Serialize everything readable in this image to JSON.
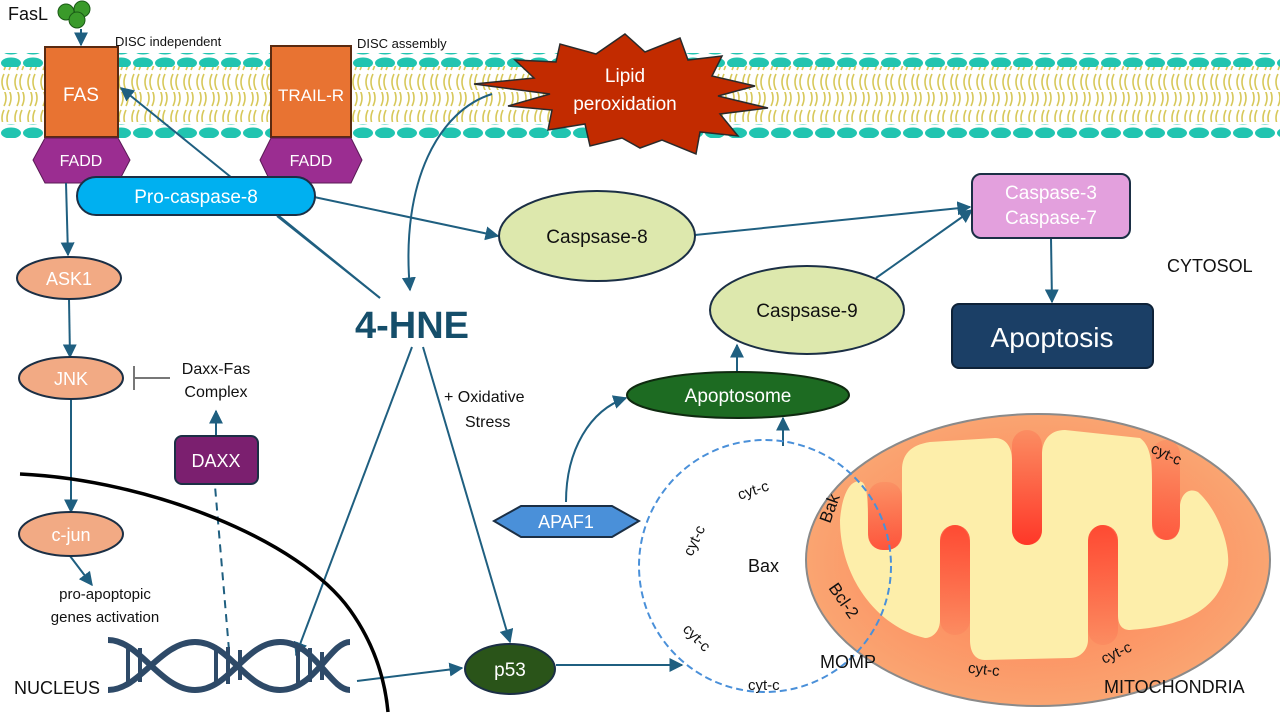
{
  "title": "4-HNE induced apoptosis pathways",
  "colors": {
    "arrow": "#1f5f80",
    "receptor": "#e87332",
    "fadd": "#9b2d91",
    "procaspase": "#00b0f0",
    "caspase_initiator": "#dde8ad",
    "caspase_effector": "#e3a0dd",
    "apoptosis": "#1b3f66",
    "kinase": "#f2aa84",
    "daxx": "#7b1f6f",
    "apaf1": "#4a90d9",
    "green_dark": "#1d6b22",
    "p53": "#2a5419",
    "lipid_burst": "#c22b00",
    "hne_text": "#154e6a",
    "membrane_head": "#21c4b0",
    "membrane_tail": "#d7c85a",
    "mito_outer": "#f7a46e",
    "mito_inner": "#fdeeaa",
    "mito_cristae": "#ff4a30",
    "momp_circle": "#4a90d9"
  },
  "membrane": {
    "ligand": "FasL",
    "annotations": {
      "disc_independent": "DISC independent",
      "disc_assembly": "DISC assembly"
    },
    "receptors": [
      {
        "label": "FAS",
        "adaptor": "FADD"
      },
      {
        "label": "TRAIL-R",
        "adaptor": "FADD"
      }
    ],
    "lipid_peroxidation": {
      "line1": "Lipid",
      "line2": "peroxidation"
    }
  },
  "nodes": {
    "pro_caspase_8": "Pro-caspase-8",
    "caspase_8": "Caspsase-8",
    "caspase_9": "Caspsase-9",
    "caspase_3_7": {
      "line1": "Caspase-3",
      "line2": "Caspase-7"
    },
    "apoptosis": "Apoptosis",
    "hne": "4-HNE",
    "oxidative_stress": {
      "line1": "+ Oxidative",
      "line2": "Stress"
    },
    "ask1": "ASK1",
    "jnk": "JNK",
    "c_jun": "c-jun",
    "daxx_fas": {
      "line1": "Daxx-Fas",
      "line2": "Complex"
    },
    "daxx": "DAXX",
    "pro_apoptotic": {
      "line1": "pro-apoptopic",
      "line2": "genes activation"
    },
    "apoptosome": "Apoptosome",
    "apaf1": "APAF1",
    "p53": "p53"
  },
  "compartments": {
    "cytosol": "CYTOSOL",
    "nucleus": "NUCLEUS",
    "mitochondria": "MITOCHONDRIA",
    "momp": "MOMP"
  },
  "momp_labels": {
    "bax": "Bax",
    "cytc": [
      "cyt-c",
      "cyt-c",
      "cyt-c",
      "cyt-c"
    ]
  },
  "mito_labels": {
    "bak": "Bak",
    "bcl2": "Bcl-2",
    "cytc": [
      "cyt-c",
      "cyt-c",
      "cyt-c"
    ]
  }
}
